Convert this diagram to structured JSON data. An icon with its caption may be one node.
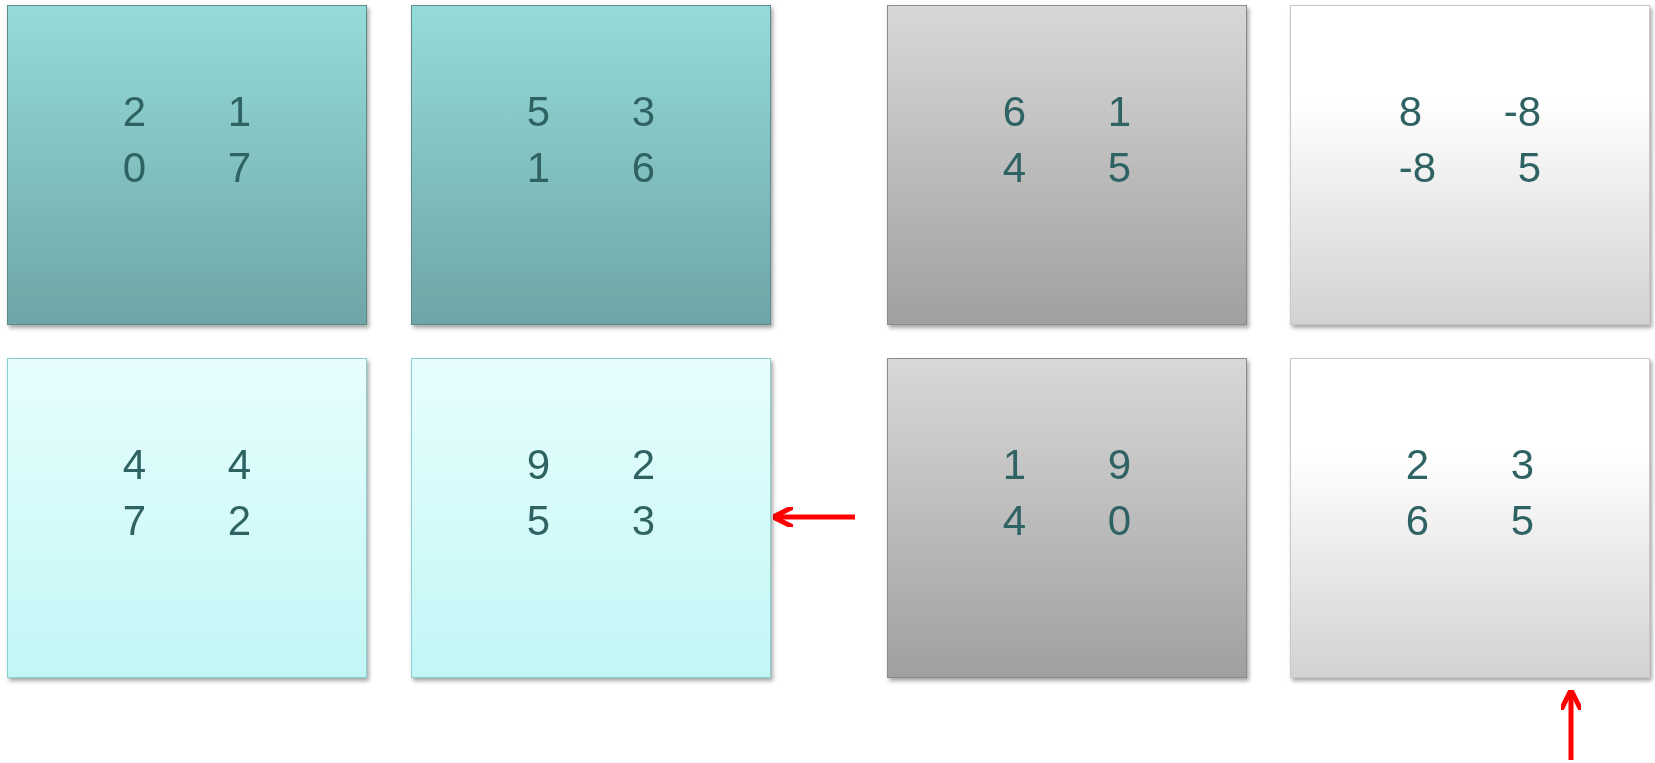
{
  "diagram": {
    "nodes": [
      {
        "text": [
          "2 1",
          "0 7"
        ]
      },
      {
        "text": [
          "5 3",
          "1 6"
        ]
      },
      {
        "text": [
          "6 1",
          "4 5"
        ]
      },
      {
        "text": [
          "8 -8",
          "-8 5"
        ]
      },
      {
        "text": [
          "4 4",
          "7 2"
        ]
      },
      {
        "text": [
          "9 2",
          "5 3"
        ]
      },
      {
        "text": [
          "1 9",
          "4 0"
        ]
      },
      {
        "text": [
          "2 3",
          "6 5"
        ]
      }
    ],
    "edges": [
      {
        "from": null,
        "to": 5,
        "arrow": "to"
      },
      {
        "from": null,
        "to": 7,
        "arrow": "to"
      }
    ]
  }
}
